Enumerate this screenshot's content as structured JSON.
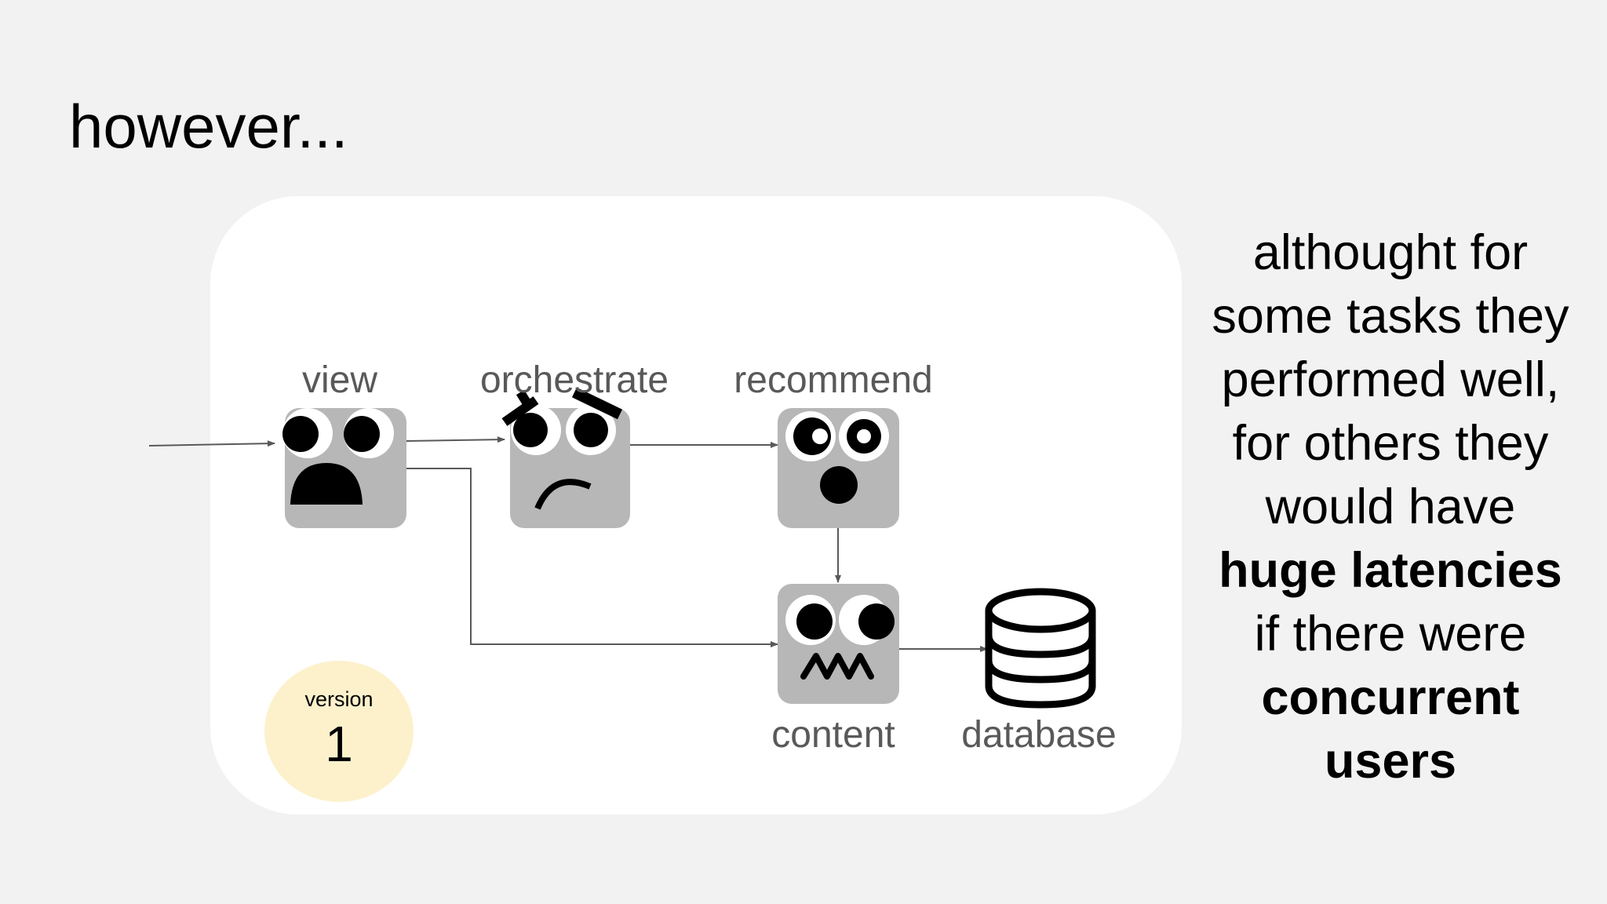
{
  "slide": {
    "title": "however..."
  },
  "diagram": {
    "nodes": {
      "view": "view",
      "orchestrate": "orchestrate",
      "recommend": "recommend",
      "content": "content",
      "database": "database"
    },
    "version": {
      "label": "version",
      "number": "1"
    },
    "colors": {
      "panel": "#ffffff",
      "face": "#b7b7b7",
      "badge": "#fdf1cc",
      "arrow": "#595959"
    }
  },
  "side_text": {
    "lines": [
      {
        "text": "althought for",
        "bold": false
      },
      {
        "text": "some tasks they",
        "bold": false
      },
      {
        "text": "performed well,",
        "bold": false
      },
      {
        "text": "for others they",
        "bold": false
      },
      {
        "text": "would have",
        "bold": false
      },
      {
        "text": "huge latencies",
        "bold": true
      },
      {
        "text": "if there were",
        "bold": false
      },
      {
        "text": "concurrent",
        "bold": true
      },
      {
        "text": "users",
        "bold": true
      }
    ]
  }
}
